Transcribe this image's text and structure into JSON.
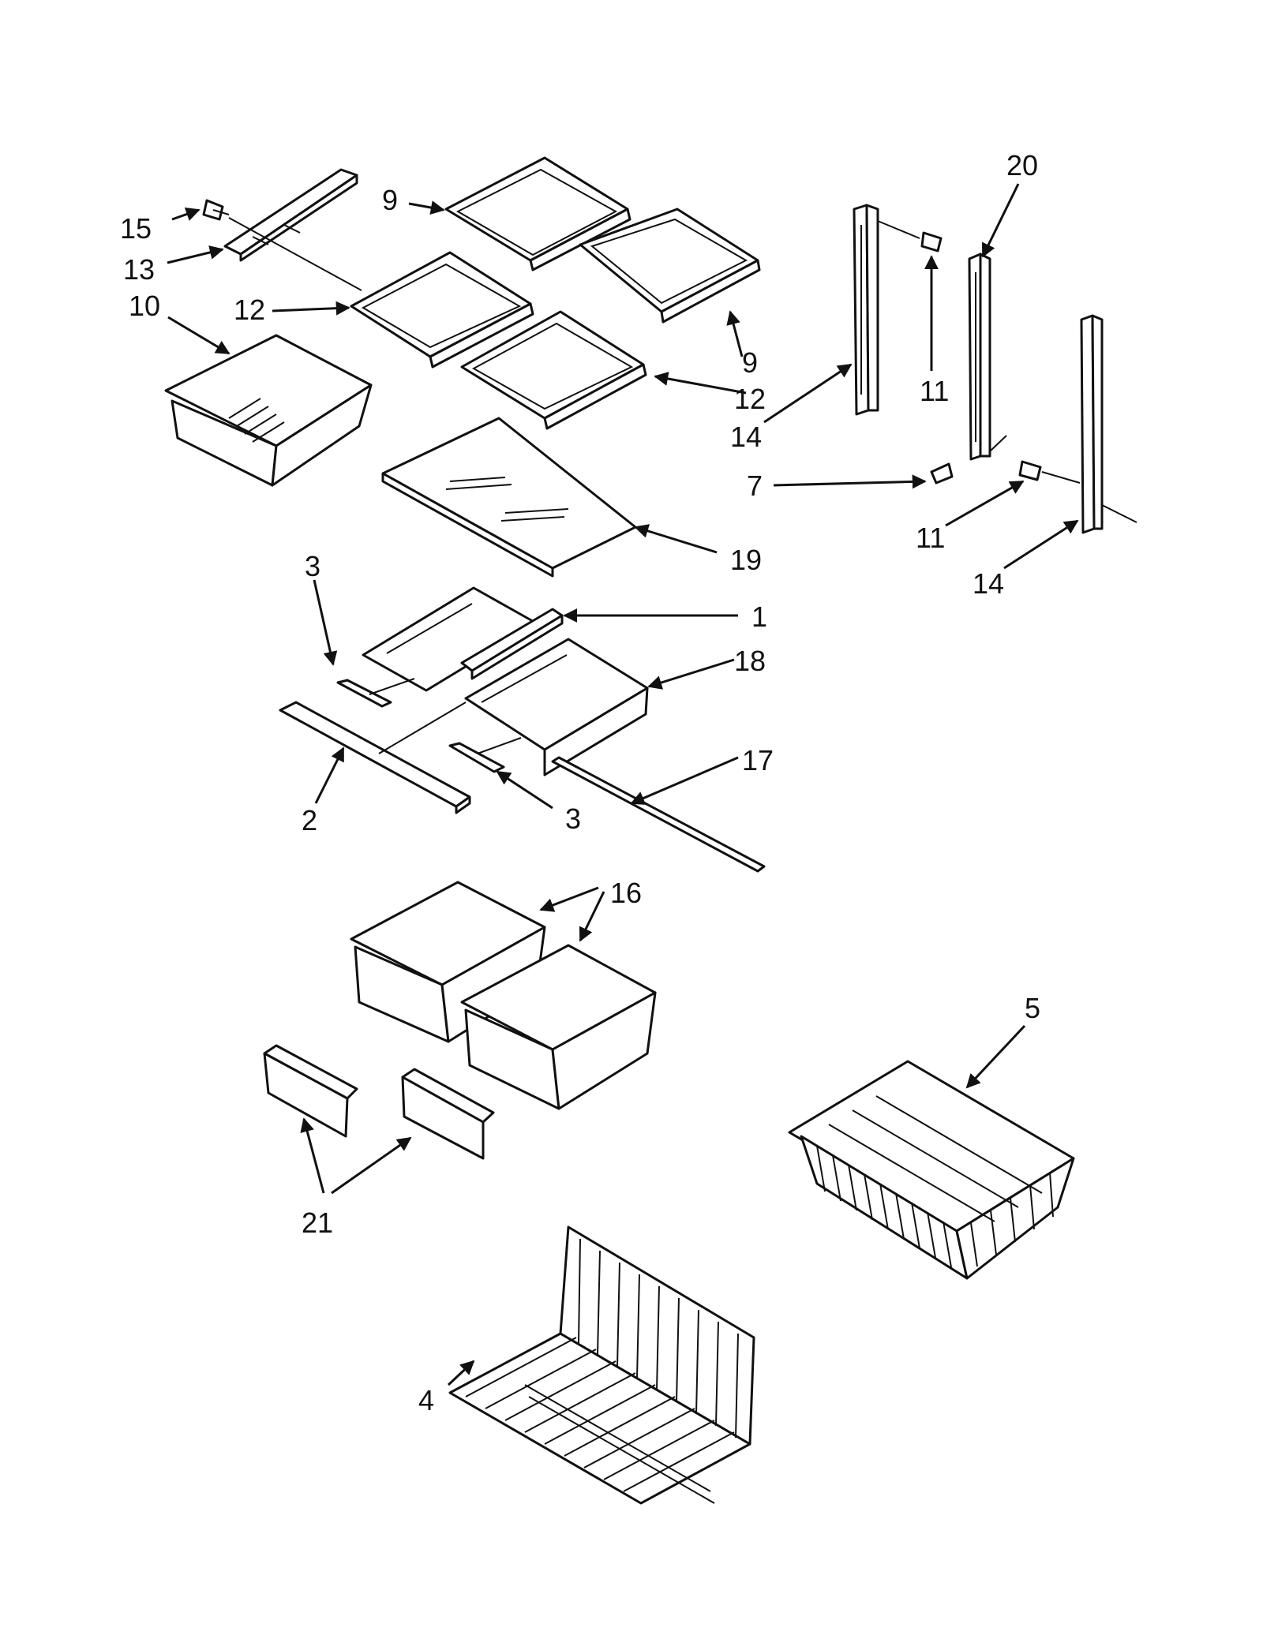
{
  "callouts": {
    "c1": "1",
    "c2": "2",
    "c3a": "3",
    "c3b": "3",
    "c4": "4",
    "c5": "5",
    "c7": "7",
    "c9a": "9",
    "c9b": "9",
    "c10": "10",
    "c11a": "11",
    "c11b": "11",
    "c12a": "12",
    "c12b": "12",
    "c13": "13",
    "c14a": "14",
    "c14b": "14",
    "c15": "15",
    "c16": "16",
    "c17": "17",
    "c18": "18",
    "c19": "19",
    "c20": "20",
    "c21": "21"
  }
}
